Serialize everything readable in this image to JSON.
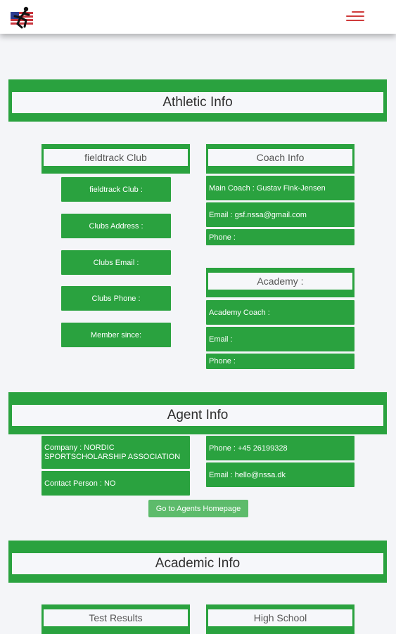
{
  "header": {
    "logo": "runner-flag-logo",
    "menu_icon": "hamburger-menu-icon"
  },
  "athletic": {
    "title": "Athletic Info",
    "club": {
      "title": "fieldtrack Club",
      "rows": [
        "fieldtrack Club :",
        "Clubs Address :",
        "Clubs Email :",
        "Clubs Phone :",
        "Member since:"
      ]
    },
    "coach": {
      "title": "Coach Info",
      "main_coach": "Main Coach : Gustav Fink-Jensen",
      "email": "Email : gsf.nssa@gmail.com",
      "phone": "Phone :"
    },
    "academy": {
      "title": "Academy :",
      "coach": "Academy Coach :",
      "email": "Email :",
      "phone": "Phone :"
    }
  },
  "agent": {
    "title": "Agent Info",
    "company": "Company : NORDIC SPORTSCHOLARSHIP ASSOCIATION",
    "contact": "Contact Person : NO",
    "phone": "Phone : +45 26199328",
    "email": "Email : hello@nssa.dk",
    "homepage_button": "Go to Agents Homepage"
  },
  "academic": {
    "title": "Academic Info",
    "test_results": "Test Results",
    "high_school": "High School"
  },
  "colors": {
    "green": "#2aa23f",
    "button_green": "#5dbb6b",
    "menu_red": "#cf3b3b"
  }
}
